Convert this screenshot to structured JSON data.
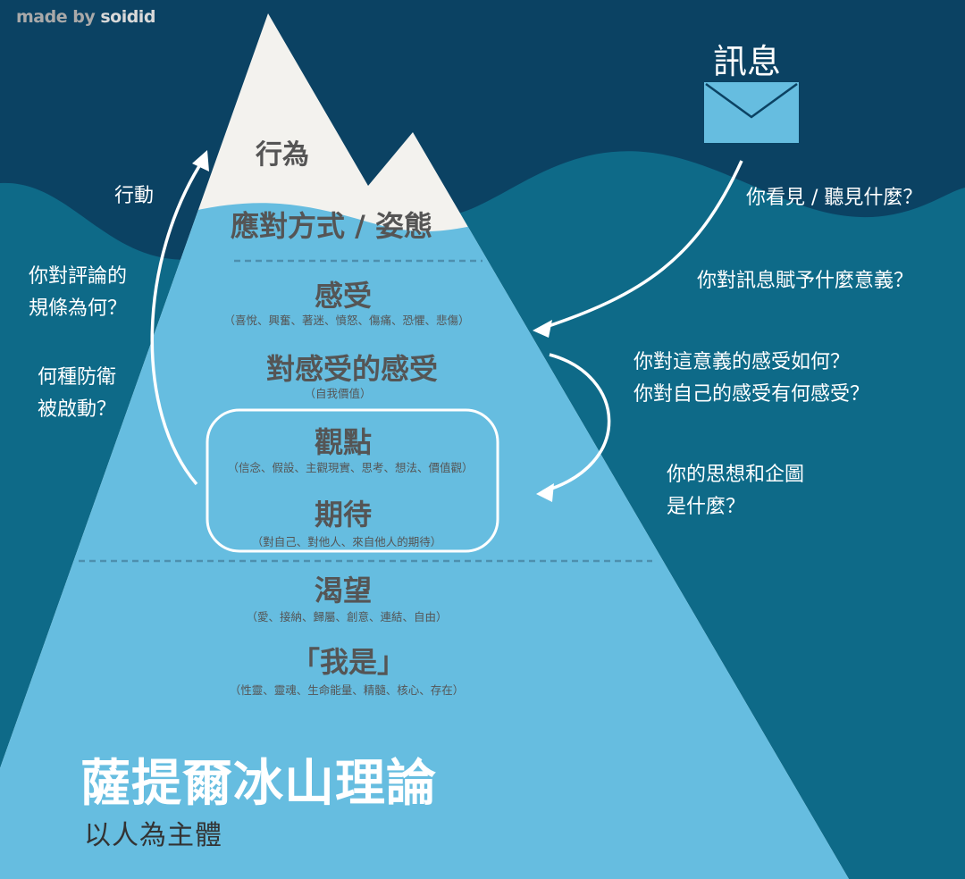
{
  "credit": {
    "prefix": "made by ",
    "author": "soidid"
  },
  "colors": {
    "sky": "#0b4263",
    "water": "#0e6a88",
    "ice_above": "#f3f2ee",
    "ice_below": "#66bde0",
    "envelope": "#66bde0",
    "text_dark": "#555555",
    "arrow": "#ffffff",
    "highlight": "#cfe04a"
  },
  "message": {
    "label": "訊息",
    "icon": "envelope-icon"
  },
  "left_questions": {
    "action": "行動",
    "rules_line1": "你對評論的",
    "rules_line2": "規條為何？",
    "defense_line1": "何種防衛",
    "defense_line2": "被啟動？"
  },
  "right_questions": {
    "see_hear": "你看見 / 聽見什麼？",
    "meaning": "你對訊息賦予什麼意義？",
    "feeling_line1": "你對這意義的感受如何？",
    "feeling_line2": "你對自己的感受有何感受？",
    "thoughts_line1": "你的思想和企圖",
    "thoughts_line2": "是什麼？"
  },
  "iceberg": {
    "behavior": {
      "title": "行為"
    },
    "coping": {
      "title": "應對方式 / 姿態"
    },
    "feelings": {
      "title": "感受",
      "sub": "（喜悅、興奮、著迷、憤怒、傷痛、恐懼、悲傷）"
    },
    "feelings_about_feelings": {
      "title": "對感受的感受",
      "sub": "（自我價值）"
    },
    "perceptions": {
      "title": "觀點",
      "sub": "（信念、假設、主觀現實、思考、想法、價值觀）"
    },
    "expectations": {
      "title": "期待",
      "sub": "（對自己、對他人、來自他人的期待）"
    },
    "yearnings": {
      "title": "渴望",
      "sub": "（愛、接納、歸屬、創意、連結、自由）"
    },
    "self": {
      "title": "「我是」",
      "sub": "（性靈、靈魂、生命能量、精髓、核心、存在）"
    }
  },
  "title": {
    "main": "薩提爾冰山理論",
    "sub_before": "以",
    "sub_highlight": "人",
    "sub_after": "為主體"
  }
}
